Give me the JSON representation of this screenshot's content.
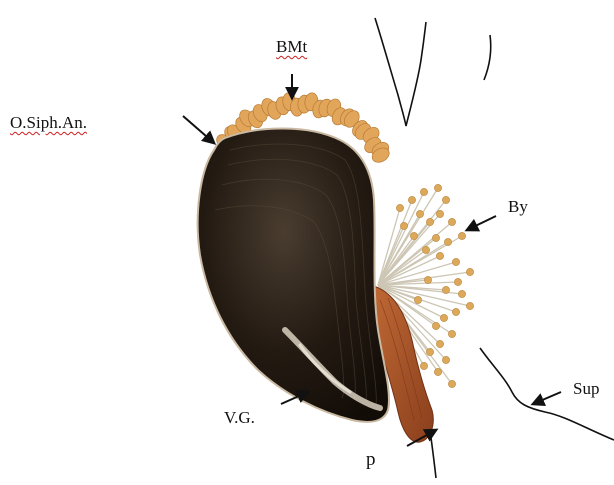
{
  "labels": {
    "bmt": "BMt",
    "osiph": "O.Siph.An.",
    "by": "By",
    "vg": "V.G.",
    "p": "p",
    "sup": "Sup"
  },
  "colors": {
    "shell_dark": "#1d1610",
    "shell_highlight": "#d8ccbc",
    "mantle_edge": "#e2a65a",
    "foot": "#a8552b",
    "byssus_thread": "#c9c2b0",
    "byssus_disc": "#dcaa5c",
    "arrow": "#111111",
    "line": "#111111"
  },
  "icons": [
    "arrow-icon",
    "mussel-shell-icon",
    "byssus-threads-icon",
    "foot-icon",
    "substrate-line-icon"
  ]
}
